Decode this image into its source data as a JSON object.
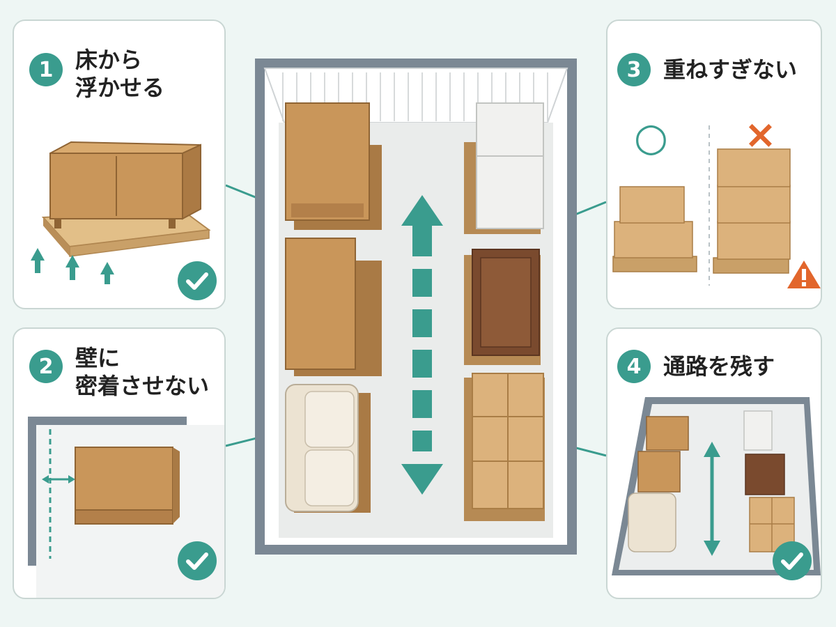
{
  "colors": {
    "accent": "#3a9c8e",
    "warning": "#e2662c",
    "wall": "#7b8894",
    "floor": "#eaeceb",
    "wood": "#c9965a",
    "dark_wood": "#7a4a2e",
    "box": "#dcb27c",
    "sofa": "#ece3d2",
    "fridge": "#f1f1ef"
  },
  "tips": [
    {
      "number": "1",
      "title_lines": [
        "床から",
        "浮かせる"
      ],
      "icon": "check-icon"
    },
    {
      "number": "2",
      "title_lines": [
        "壁に",
        "密着させない"
      ],
      "icon": "check-icon"
    },
    {
      "number": "3",
      "title_lines": [
        "重ねすぎない"
      ],
      "good_symbol": "○",
      "bad_symbol": "×",
      "icon": "warning-icon"
    },
    {
      "number": "4",
      "title_lines": [
        "通路を残す"
      ],
      "icon": "check-icon"
    }
  ]
}
